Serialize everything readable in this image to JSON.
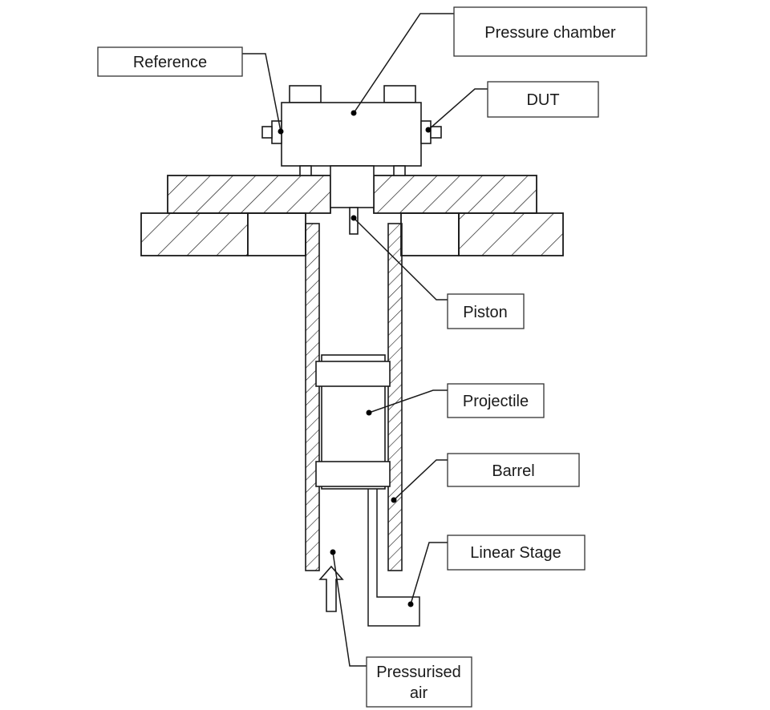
{
  "labels": {
    "pressure_chamber": "Pressure chamber",
    "reference": "Reference",
    "dut": "DUT",
    "piston": "Piston",
    "projectile": "Projectile",
    "barrel": "Barrel",
    "linear_stage": "Linear Stage",
    "pressurised_air_line1": "Pressurised",
    "pressurised_air_line2": "air"
  }
}
